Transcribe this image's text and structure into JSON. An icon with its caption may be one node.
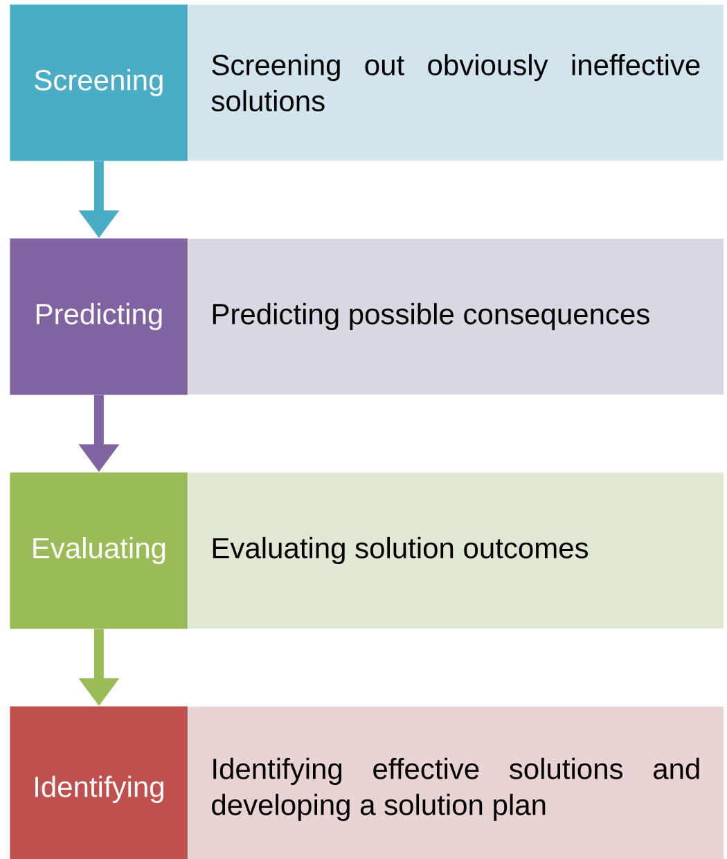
{
  "diagram": {
    "nodes": [
      {
        "text": [
          "Screening"
        ]
      },
      {
        "text": [
          "Screening out obviously ineffective solutions"
        ]
      },
      {
        "text": [
          "Predicting"
        ]
      },
      {
        "text": [
          "Predicting possible consequences"
        ]
      },
      {
        "text": [
          "Evaluating"
        ]
      },
      {
        "text": [
          "Evaluating solution outcomes"
        ]
      },
      {
        "text": [
          "Identifying"
        ]
      },
      {
        "text": [
          "Identifying effective solutions and developing a solution plan"
        ]
      }
    ],
    "edges": [
      {
        "from": 0,
        "to": 2,
        "arrow": "to",
        "color": "#4bacc6"
      },
      {
        "from": 2,
        "to": 4,
        "arrow": "to",
        "color": "#8064a2"
      },
      {
        "from": 4,
        "to": 6,
        "arrow": "to",
        "color": "#9bbb59"
      }
    ]
  }
}
